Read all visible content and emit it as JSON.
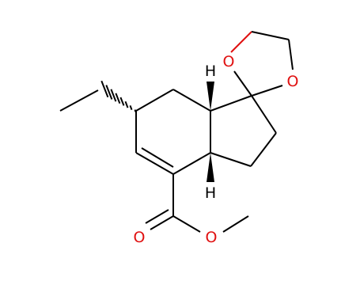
{
  "molecule": {
    "atom_labels": {
      "o_ring_left": "O",
      "o_ring_right": "O",
      "h_top": "H",
      "h_bottom": "H",
      "o_carbonyl": "O",
      "o_ester": "O"
    }
  },
  "colors": {
    "bond": "#000000",
    "oxygen": "#e01010",
    "carbon_label": "#000000"
  }
}
